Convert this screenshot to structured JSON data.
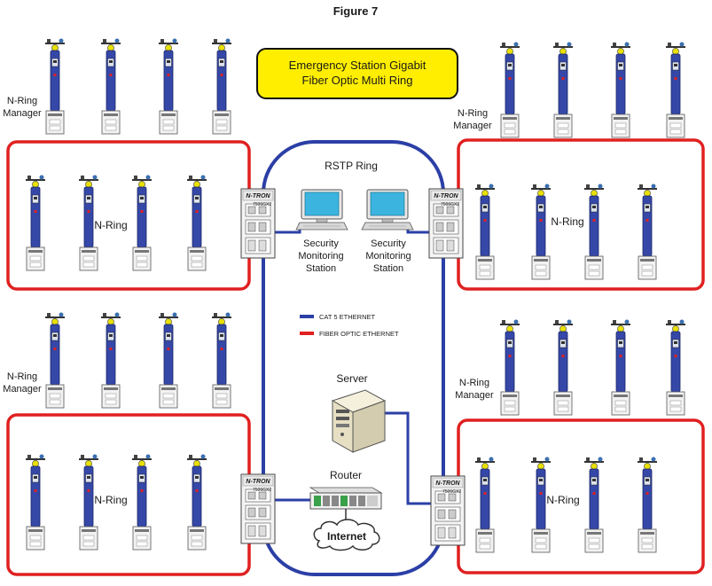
{
  "figure_title": "Figure 7",
  "banner": {
    "line1": "Emergency Station Gigabit",
    "line2": "Fiber Optic Multi Ring",
    "fill_color": "#ffee00"
  },
  "labels": {
    "rstp_ring": "RSTP Ring",
    "n_ring": "N-Ring",
    "n_ring_manager_l1": "N-Ring",
    "n_ring_manager_l2": "Manager",
    "security_l1": "Security",
    "security_l2": "Monitoring",
    "security_l3": "Station",
    "server": "Server",
    "router": "Router",
    "internet": "Internet"
  },
  "switch_label": {
    "brand": "N-TRON",
    "model": "7506GX2"
  },
  "legend": [
    {
      "label": "CAT 5 ETHERNET",
      "color": "#2b3fa6"
    },
    {
      "label": "FIBER OPTIC ETHERNET",
      "color": "#e02020"
    }
  ],
  "icons": {
    "emergency_station": "emergency-station-pole-icon",
    "switch": "industrial-switch-icon",
    "monitor": "computer-monitor-icon",
    "server": "server-tower-icon",
    "router": "router-icon",
    "cloud": "internet-cloud-icon"
  }
}
